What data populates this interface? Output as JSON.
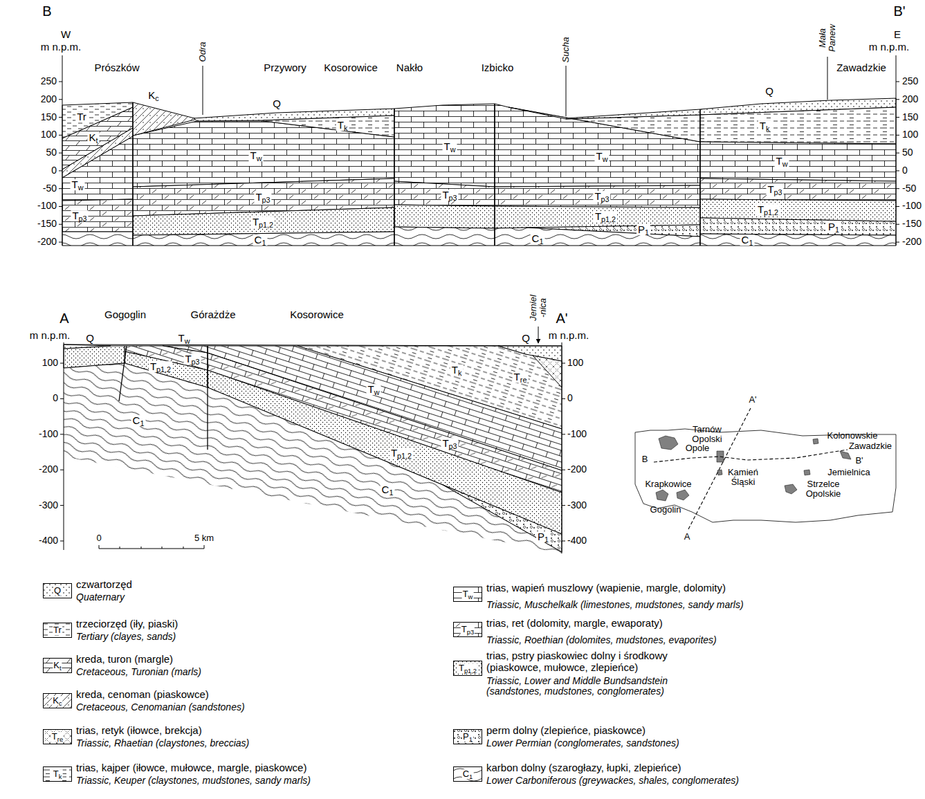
{
  "diagram": {
    "labels": [
      "B",
      "B'",
      "W",
      "E",
      "m n.p.m.",
      "m n.p.m.",
      "Prószków",
      "Odra",
      "Przywory",
      "Kosorowice",
      "Nakło",
      "Izbicko",
      "Sucha",
      "Mała Panew",
      "Zawadzkie",
      "250",
      "200",
      "150",
      "100",
      "50",
      "0",
      "-50",
      "-100",
      "-150",
      "-200",
      "250",
      "200",
      "150",
      "100",
      "50",
      "0",
      "-50",
      "-100",
      "-150",
      "-200",
      "Tr",
      "Kc",
      "Kt",
      "Q",
      "Tk",
      "Tw",
      "Tw",
      "Tp3",
      "Tp3",
      "Tp1,2",
      "C1",
      "Tw",
      "Tp3",
      "Tw",
      "Tp3",
      "Tp1,2",
      "C1",
      "P1",
      "Q",
      "Tk",
      "Tw",
      "Tp3",
      "Tp1,2",
      "P1",
      "C1",
      "A",
      "A'",
      "m n.p.m.",
      "m n.p.m.",
      "Gogoglin",
      "Górażdże",
      "Kosorowice",
      "Jemiel -nica",
      "100",
      "0",
      "-100",
      "-200",
      "-300",
      "-400",
      "100",
      "0",
      "-100",
      "-200",
      "-300",
      "-400",
      "Q",
      "Tw",
      "Tp3",
      "Tp1,2",
      "C1",
      "Tw",
      "Tk",
      "Q",
      "Tre",
      "Tp3",
      "Tp1,2",
      "C1",
      "P1",
      "0",
      "5 km",
      "Opole",
      "Tarnów Opolski",
      "Kolonowskie",
      "Zawadzkie",
      "A'",
      "B",
      "B'",
      "Kamień Śląski",
      "Jemielnica",
      "Krapkowice",
      "Gogolin",
      "Strzelce Opolskie",
      "A",
      "Quaternary",
      "Tertiary (clayes, sands)",
      "Cretaceous, Turonian (marls)",
      "Cretaceous, Cenomanian (sandstones)",
      "Triassic, Rhaetian (claystones, breccias)",
      "Triassic, Keuper (claystones, mudstones, sandy marls)",
      "Triassic, Muschelkalk (limestones, mudstones, sandy marls)",
      "Triassic, Roethian (dolomites, mudstones, evaporites)",
      "Triassic, Lower and Middle Bundsandstein (sandstones, mudstones, conglomerates)",
      "Lower Permian (conglomerates, sandstones)",
      "Lower Carboniferous (greywackes, shales, conglomerates)",
      "Q",
      "Tr",
      "Kt",
      "Kc",
      "Tre",
      "Tk",
      "Tw",
      "Tp3",
      "Tp1,2",
      "P1",
      "C1"
    ],
    "legend": [
      {
        "text": "czwartorzęd"
      },
      {
        "text": "trzeciorzęd (iły, piaski)"
      },
      {
        "text": "kreda, turon (margle)"
      },
      {
        "text": "kreda, cenoman (piaskowce)"
      },
      {
        "text": "trias, retyk (iłowce, brekcja)"
      },
      {
        "text": "trias, kajper (iłowce, mułowce, margle, piaskowce)"
      },
      {
        "text": "trias, wapień muszlowy (wapienie, margle, dolomity)"
      },
      {
        "text": "trias, ret (dolomity, margle, ewaporaty)"
      },
      {
        "text": "trias, pstry piaskowiec dolny i środkowy (piaskowce, mułowce, zlepieńce)"
      },
      {
        "text": "perm dolny (zlepieńce, piaskowce)"
      },
      {
        "text": "karbon dolny (szarogłazy, łupki, zlepieńce)"
      }
    ]
  }
}
